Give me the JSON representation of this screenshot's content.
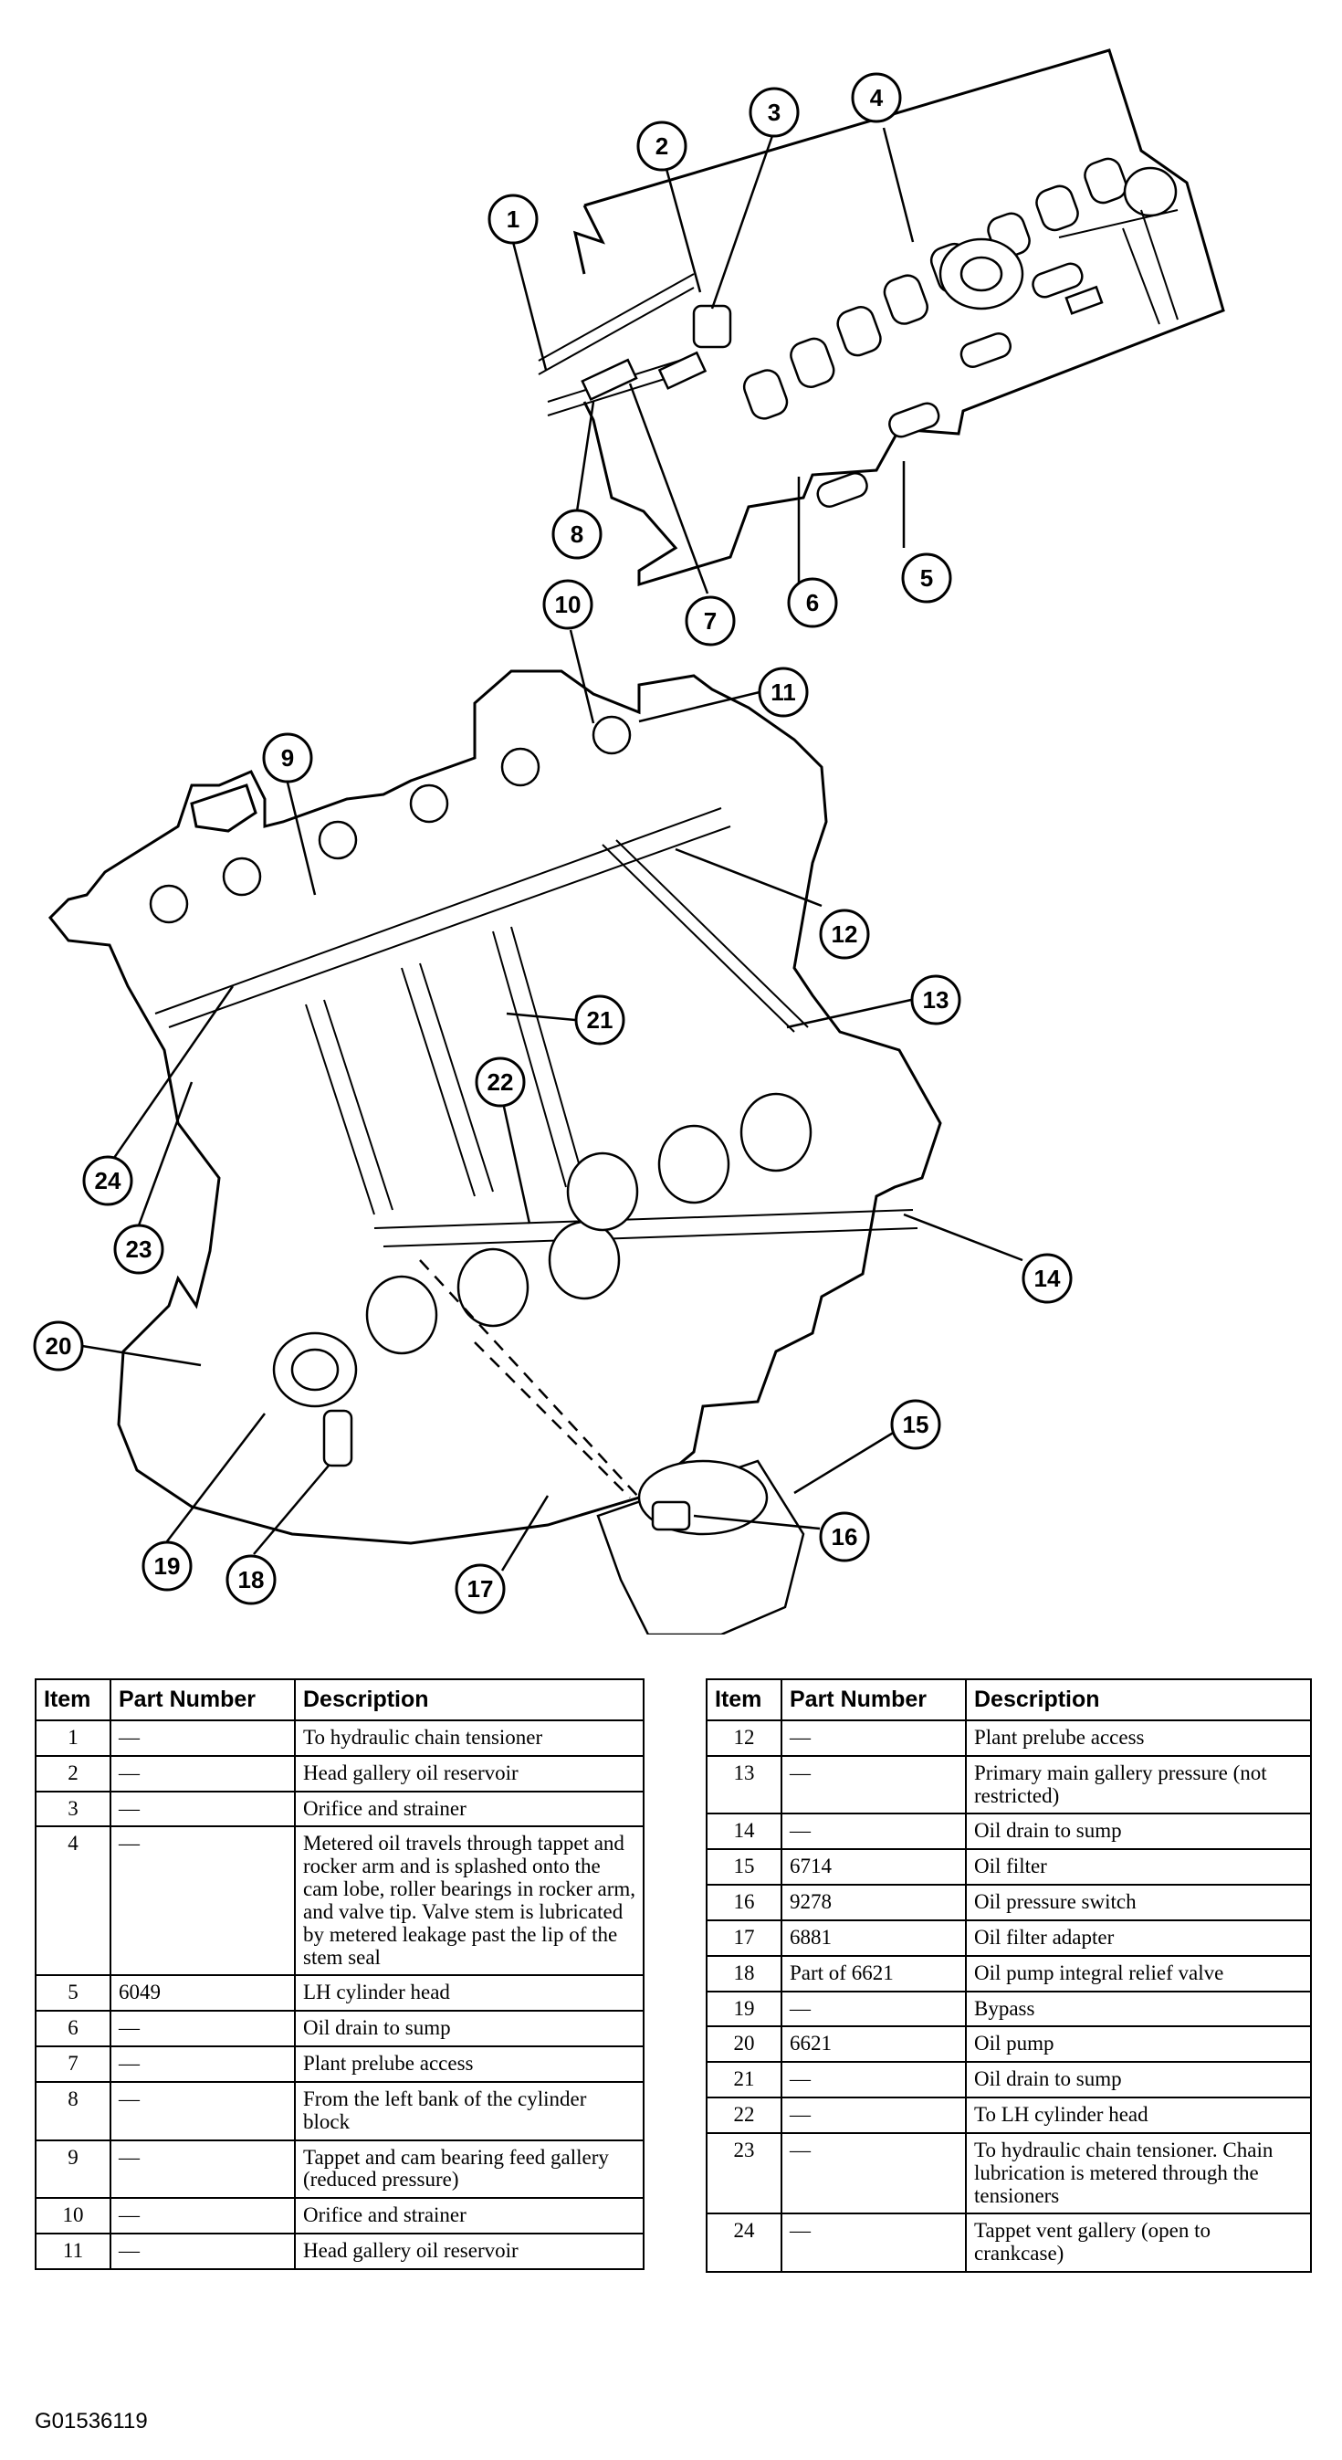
{
  "figure_id": "G01536119",
  "callouts": [
    "1",
    "2",
    "3",
    "4",
    "5",
    "6",
    "7",
    "8",
    "9",
    "10",
    "11",
    "12",
    "13",
    "14",
    "15",
    "16",
    "17",
    "18",
    "19",
    "20",
    "21",
    "22",
    "23",
    "24"
  ],
  "table": {
    "headers": {
      "item": "Item",
      "part_number": "Part Number",
      "description": "Description"
    },
    "left_rows": [
      {
        "item": "1",
        "part_number": "—",
        "description": "To hydraulic chain tensioner"
      },
      {
        "item": "2",
        "part_number": "—",
        "description": "Head gallery oil reservoir"
      },
      {
        "item": "3",
        "part_number": "—",
        "description": "Orifice and strainer"
      },
      {
        "item": "4",
        "part_number": "—",
        "description": "Metered oil travels through tappet and rocker arm and is splashed onto the cam lobe, roller bearings in rocker arm, and valve tip. Valve stem is lubricated by metered leakage past the lip of the stem seal"
      },
      {
        "item": "5",
        "part_number": "6049",
        "description": "LH cylinder head"
      },
      {
        "item": "6",
        "part_number": "—",
        "description": "Oil drain to sump"
      },
      {
        "item": "7",
        "part_number": "—",
        "description": "Plant prelube access"
      },
      {
        "item": "8",
        "part_number": "—",
        "description": "From the left bank of the cylinder block"
      },
      {
        "item": "9",
        "part_number": "—",
        "description": "Tappet and cam bearing feed gallery (reduced pressure)"
      },
      {
        "item": "10",
        "part_number": "—",
        "description": "Orifice and strainer"
      },
      {
        "item": "11",
        "part_number": "—",
        "description": "Head gallery oil reservoir"
      }
    ],
    "right_rows": [
      {
        "item": "12",
        "part_number": "—",
        "description": "Plant prelube access"
      },
      {
        "item": "13",
        "part_number": "—",
        "description": "Primary main gallery pressure (not restricted)"
      },
      {
        "item": "14",
        "part_number": "—",
        "description": "Oil drain to sump"
      },
      {
        "item": "15",
        "part_number": "6714",
        "description": "Oil filter"
      },
      {
        "item": "16",
        "part_number": "9278",
        "description": "Oil pressure switch"
      },
      {
        "item": "17",
        "part_number": "6881",
        "description": "Oil filter adapter"
      },
      {
        "item": "18",
        "part_number": "Part of 6621",
        "description": "Oil pump integral relief valve"
      },
      {
        "item": "19",
        "part_number": "—",
        "description": "Bypass"
      },
      {
        "item": "20",
        "part_number": "6621",
        "description": "Oil pump"
      },
      {
        "item": "21",
        "part_number": "—",
        "description": "Oil drain to sump"
      },
      {
        "item": "22",
        "part_number": "—",
        "description": "To LH cylinder head"
      },
      {
        "item": "23",
        "part_number": "—",
        "description": "To hydraulic chain tensioner. Chain lubrication is metered through the tensioners"
      },
      {
        "item": "24",
        "part_number": "—",
        "description": "Tappet vent gallery (open to crankcase)"
      }
    ]
  }
}
